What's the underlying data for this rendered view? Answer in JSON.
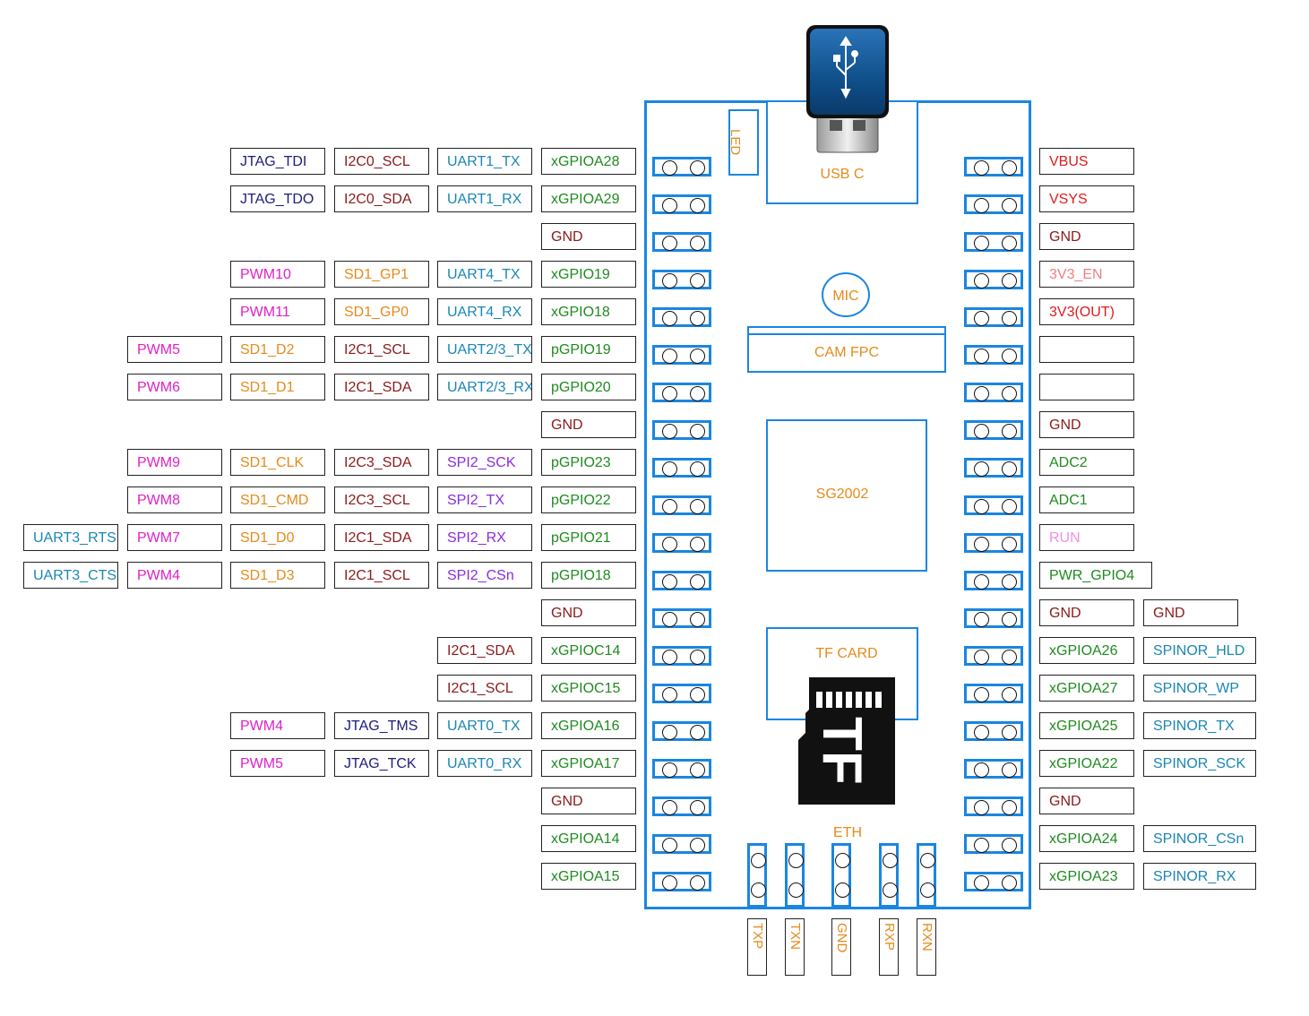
{
  "colors": {
    "board": "#1a86e0",
    "jtag": "#1c1c7a",
    "i2c": "#8b1a1a",
    "uart": "#1a86b4",
    "gpio": "#1f8a1f",
    "pwm": "#e020c8",
    "sd": "#e68a1a",
    "spi": "#8a2be2",
    "power_red": "#e01b1b",
    "gnd": "#8b1a1a",
    "en_pink": "#f08080",
    "run_pink": "#f090e0",
    "ethernet": "#e68a1a"
  },
  "board": {
    "usb": "USB C",
    "led": "LED",
    "mic": "MIC",
    "cam": "CAM FPC",
    "soc": "SG2002",
    "tf": "TF CARD",
    "tf_logo": "TF",
    "eth": "ETH",
    "usb_icon": "usb-drive-icon"
  },
  "eth_pins": [
    "TXP",
    "TXN",
    "GND",
    "RXP",
    "RXN"
  ],
  "left_rows": [
    {
      "labels": [
        {
          "t": "JTAG_TDI",
          "c": "jtag"
        },
        {
          "t": "I2C0_SCL",
          "c": "i2c"
        },
        {
          "t": "UART1_TX",
          "c": "uart"
        },
        {
          "t": "xGPIOA28",
          "c": "gpio"
        }
      ]
    },
    {
      "labels": [
        {
          "t": "JTAG_TDO",
          "c": "jtag"
        },
        {
          "t": "I2C0_SDA",
          "c": "i2c"
        },
        {
          "t": "UART1_RX",
          "c": "uart"
        },
        {
          "t": "xGPIOA29",
          "c": "gpio"
        }
      ]
    },
    {
      "labels": [
        {
          "t": "GND",
          "c": "gnd"
        }
      ]
    },
    {
      "labels": [
        {
          "t": "PWM10",
          "c": "pwm"
        },
        {
          "t": "SD1_GP1",
          "c": "sd"
        },
        {
          "t": "UART4_TX",
          "c": "uart"
        },
        {
          "t": "xGPIO19",
          "c": "gpio"
        }
      ]
    },
    {
      "labels": [
        {
          "t": "PWM11",
          "c": "pwm"
        },
        {
          "t": "SD1_GP0",
          "c": "sd"
        },
        {
          "t": "UART4_RX",
          "c": "uart"
        },
        {
          "t": "xGPIO18",
          "c": "gpio"
        }
      ]
    },
    {
      "labels": [
        {
          "t": "PWM5",
          "c": "pwm"
        },
        {
          "t": "SD1_D2",
          "c": "sd"
        },
        {
          "t": "I2C1_SCL",
          "c": "i2c"
        },
        {
          "t": "UART2/3_TX",
          "c": "uart"
        },
        {
          "t": "pGPIO19",
          "c": "gpio"
        }
      ]
    },
    {
      "labels": [
        {
          "t": "PWM6",
          "c": "pwm"
        },
        {
          "t": "SD1_D1",
          "c": "sd"
        },
        {
          "t": "I2C1_SDA",
          "c": "i2c"
        },
        {
          "t": "UART2/3_RX",
          "c": "uart"
        },
        {
          "t": "pGPIO20",
          "c": "gpio"
        }
      ]
    },
    {
      "labels": [
        {
          "t": "GND",
          "c": "gnd"
        }
      ]
    },
    {
      "labels": [
        {
          "t": "PWM9",
          "c": "pwm"
        },
        {
          "t": "SD1_CLK",
          "c": "sd"
        },
        {
          "t": "I2C3_SDA",
          "c": "i2c"
        },
        {
          "t": "SPI2_SCK",
          "c": "spi"
        },
        {
          "t": "pGPIO23",
          "c": "gpio"
        }
      ]
    },
    {
      "labels": [
        {
          "t": "PWM8",
          "c": "pwm"
        },
        {
          "t": "SD1_CMD",
          "c": "sd"
        },
        {
          "t": "I2C3_SCL",
          "c": "i2c"
        },
        {
          "t": "SPI2_TX",
          "c": "spi"
        },
        {
          "t": "pGPIO22",
          "c": "gpio"
        }
      ]
    },
    {
      "labels": [
        {
          "t": "UART3_RTS",
          "c": "uart"
        },
        {
          "t": "PWM7",
          "c": "pwm"
        },
        {
          "t": "SD1_D0",
          "c": "sd"
        },
        {
          "t": "I2C1_SDA",
          "c": "i2c"
        },
        {
          "t": "SPI2_RX",
          "c": "spi"
        },
        {
          "t": "pGPIO21",
          "c": "gpio"
        }
      ]
    },
    {
      "labels": [
        {
          "t": "UART3_CTS",
          "c": "uart"
        },
        {
          "t": "PWM4",
          "c": "pwm"
        },
        {
          "t": "SD1_D3",
          "c": "sd"
        },
        {
          "t": "I2C1_SCL",
          "c": "i2c"
        },
        {
          "t": "SPI2_CSn",
          "c": "spi"
        },
        {
          "t": "pGPIO18",
          "c": "gpio"
        }
      ]
    },
    {
      "labels": [
        {
          "t": "GND",
          "c": "gnd"
        }
      ]
    },
    {
      "labels": [
        {
          "t": "I2C1_SDA",
          "c": "i2c"
        },
        {
          "t": "xGPIOC14",
          "c": "gpio"
        }
      ]
    },
    {
      "labels": [
        {
          "t": "I2C1_SCL",
          "c": "i2c"
        },
        {
          "t": "xGPIOC15",
          "c": "gpio"
        }
      ]
    },
    {
      "labels": [
        {
          "t": "PWM4",
          "c": "pwm"
        },
        {
          "t": "JTAG_TMS",
          "c": "jtag"
        },
        {
          "t": "UART0_TX",
          "c": "uart"
        },
        {
          "t": "xGPIOA16",
          "c": "gpio"
        }
      ]
    },
    {
      "labels": [
        {
          "t": "PWM5",
          "c": "pwm"
        },
        {
          "t": "JTAG_TCK",
          "c": "jtag"
        },
        {
          "t": "UART0_RX",
          "c": "uart"
        },
        {
          "t": "xGPIOA17",
          "c": "gpio"
        }
      ]
    },
    {
      "labels": [
        {
          "t": "GND",
          "c": "gnd"
        }
      ]
    },
    {
      "labels": [
        {
          "t": "xGPIOA14",
          "c": "gpio"
        }
      ]
    },
    {
      "labels": [
        {
          "t": "xGPIOA15",
          "c": "gpio"
        }
      ]
    }
  ],
  "right_rows": [
    {
      "labels": [
        {
          "t": "VBUS",
          "c": "power_red"
        }
      ]
    },
    {
      "labels": [
        {
          "t": "VSYS",
          "c": "power_red"
        }
      ]
    },
    {
      "labels": [
        {
          "t": "GND",
          "c": "gnd"
        }
      ]
    },
    {
      "labels": [
        {
          "t": "3V3_EN",
          "c": "en_pink"
        }
      ]
    },
    {
      "labels": [
        {
          "t": "3V3(OUT)",
          "c": "power_red"
        }
      ]
    },
    {
      "labels": [
        {
          "t": "",
          "c": "gnd"
        }
      ]
    },
    {
      "labels": [
        {
          "t": "",
          "c": "gnd"
        }
      ]
    },
    {
      "labels": [
        {
          "t": "GND",
          "c": "gnd"
        }
      ]
    },
    {
      "labels": [
        {
          "t": "ADC2",
          "c": "gpio"
        }
      ]
    },
    {
      "labels": [
        {
          "t": "ADC1",
          "c": "gpio"
        }
      ]
    },
    {
      "labels": [
        {
          "t": "RUN",
          "c": "run_pink"
        }
      ]
    },
    {
      "labels": [
        {
          "t": "PWR_GPIO4",
          "c": "gpio"
        }
      ]
    },
    {
      "labels": [
        {
          "t": "GND",
          "c": "gnd"
        },
        {
          "t": "GND",
          "c": "gnd"
        }
      ]
    },
    {
      "labels": [
        {
          "t": "xGPIOA26",
          "c": "gpio"
        },
        {
          "t": "SPINOR_HLD",
          "c": "uart"
        }
      ]
    },
    {
      "labels": [
        {
          "t": "xGPIOA27",
          "c": "gpio"
        },
        {
          "t": "SPINOR_WP",
          "c": "uart"
        }
      ]
    },
    {
      "labels": [
        {
          "t": "xGPIOA25",
          "c": "gpio"
        },
        {
          "t": "SPINOR_TX",
          "c": "uart"
        }
      ]
    },
    {
      "labels": [
        {
          "t": "xGPIOA22",
          "c": "gpio"
        },
        {
          "t": "SPINOR_SCK",
          "c": "uart"
        }
      ]
    },
    {
      "labels": [
        {
          "t": "GND",
          "c": "gnd"
        }
      ]
    },
    {
      "labels": [
        {
          "t": "xGPIOA24",
          "c": "gpio"
        },
        {
          "t": "SPINOR_CSn",
          "c": "uart"
        }
      ]
    },
    {
      "labels": [
        {
          "t": "xGPIOA23",
          "c": "gpio"
        },
        {
          "t": "SPINOR_RX",
          "c": "uart"
        }
      ]
    }
  ]
}
